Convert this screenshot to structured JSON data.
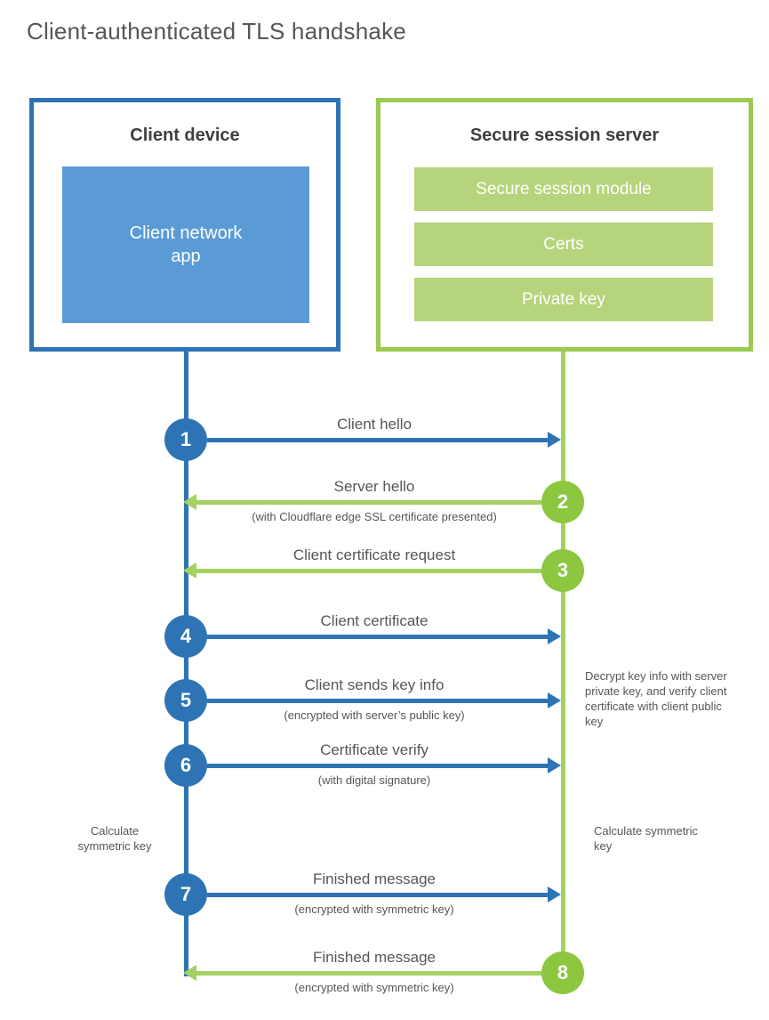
{
  "title": "Client-authenticated TLS handshake",
  "client": {
    "title": "Client device",
    "app": "Client network app"
  },
  "server": {
    "title": "Secure session server",
    "modules": [
      "Secure session module",
      "Certs",
      "Private key"
    ]
  },
  "steps": [
    {
      "num": "1",
      "direction": "client-to-server",
      "label": "Client hello",
      "sub": ""
    },
    {
      "num": "2",
      "direction": "server-to-client",
      "label": "Server hello",
      "sub": "(with Cloudflare edge SSL certificate presented)"
    },
    {
      "num": "3",
      "direction": "server-to-client",
      "label": "Client certificate request",
      "sub": ""
    },
    {
      "num": "4",
      "direction": "client-to-server",
      "label": "Client certificate",
      "sub": ""
    },
    {
      "num": "5",
      "direction": "client-to-server",
      "label": "Client sends key info",
      "sub": "(encrypted with server’s public key)"
    },
    {
      "num": "6",
      "direction": "client-to-server",
      "label": "Certificate verify",
      "sub": "(with digital signature)"
    },
    {
      "num": "7",
      "direction": "client-to-server",
      "label": "Finished message",
      "sub": "(encrypted with symmetric key)"
    },
    {
      "num": "8",
      "direction": "server-to-client",
      "label": "Finished message",
      "sub": "(encrypted with symmetric key)"
    }
  ],
  "notes": {
    "decrypt": "Decrypt key info with server private key, and verify client certificate with client public key",
    "calc_left": "Calculate symmetric key",
    "calc_right": "Calculate symmetric key"
  },
  "colors": {
    "blue": "#2e74b5",
    "blue_fill": "#5b9bd5",
    "green_circle": "#8dc63f",
    "green_line": "#a4d162",
    "green_border": "#9cc94f",
    "green_fill": "#b6d47c",
    "heading_text": "#3f3f3f",
    "body_text": "#54565a"
  }
}
